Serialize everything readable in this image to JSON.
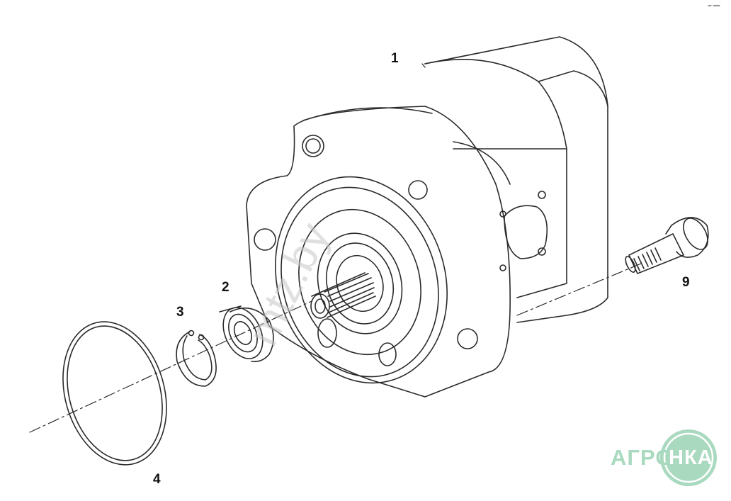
{
  "diagram": {
    "part_labels": [
      "1",
      "2",
      "3",
      "4",
      "9"
    ]
  },
  "watermark": {
    "text": "mtz.by",
    "color": "#c7c7c7"
  },
  "logo": {
    "left_text": "АГРО",
    "circle_text": "НКА",
    "color": "#a9d9bf"
  },
  "colors": {
    "line": "#2a2a2a",
    "background": "#ffffff"
  }
}
